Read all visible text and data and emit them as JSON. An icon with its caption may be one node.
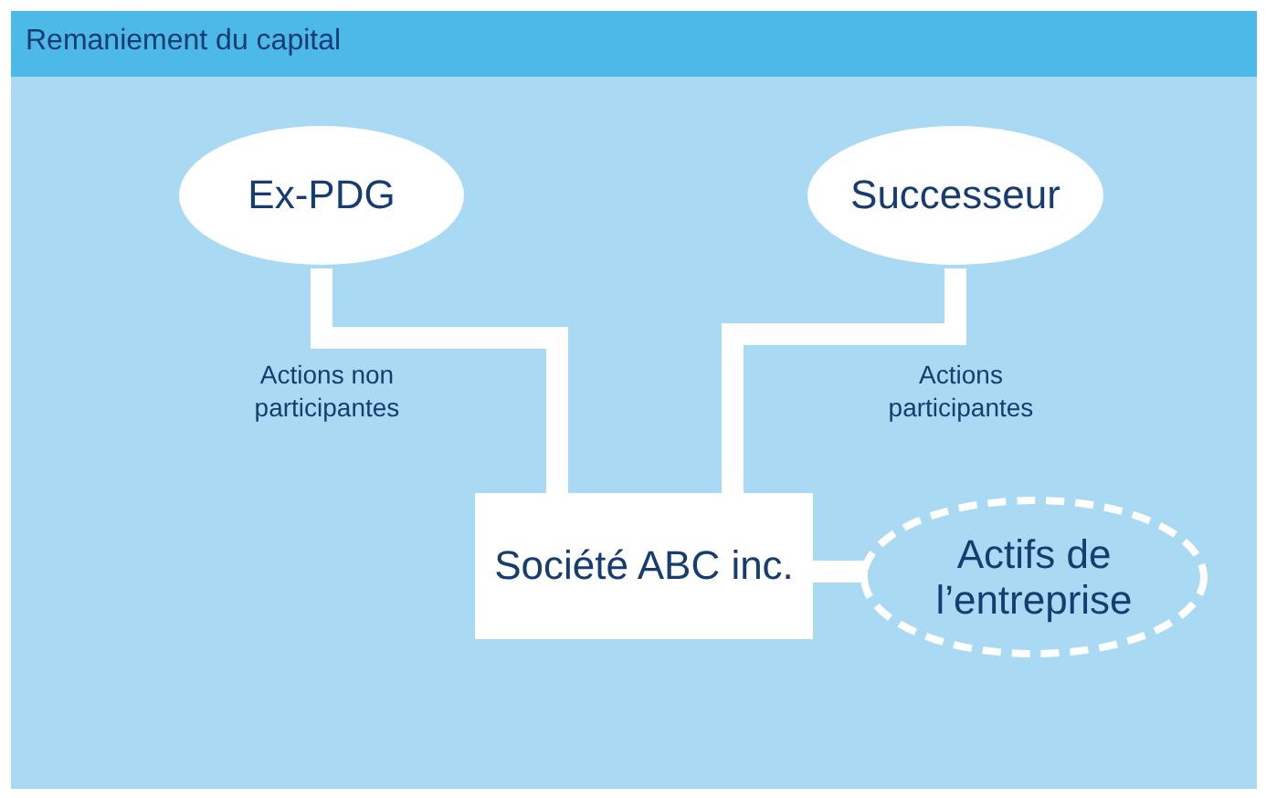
{
  "diagram": {
    "title": "Remaniement du capital",
    "nodes": [
      {
        "text": [
          "Ex-PDG"
        ]
      },
      {
        "text": [
          "Successeur"
        ]
      },
      {
        "text": [
          "Société ABC inc."
        ]
      },
      {
        "text": [
          "Actifs de l’entreprise"
        ]
      }
    ],
    "edges": [
      {
        "from": 0,
        "to": 2,
        "arrow": "none",
        "label": "Actions non participantes"
      },
      {
        "from": 1,
        "to": 2,
        "arrow": "none",
        "label": "Actions participantes"
      },
      {
        "from": 2,
        "to": 3,
        "arrow": "none"
      }
    ]
  }
}
